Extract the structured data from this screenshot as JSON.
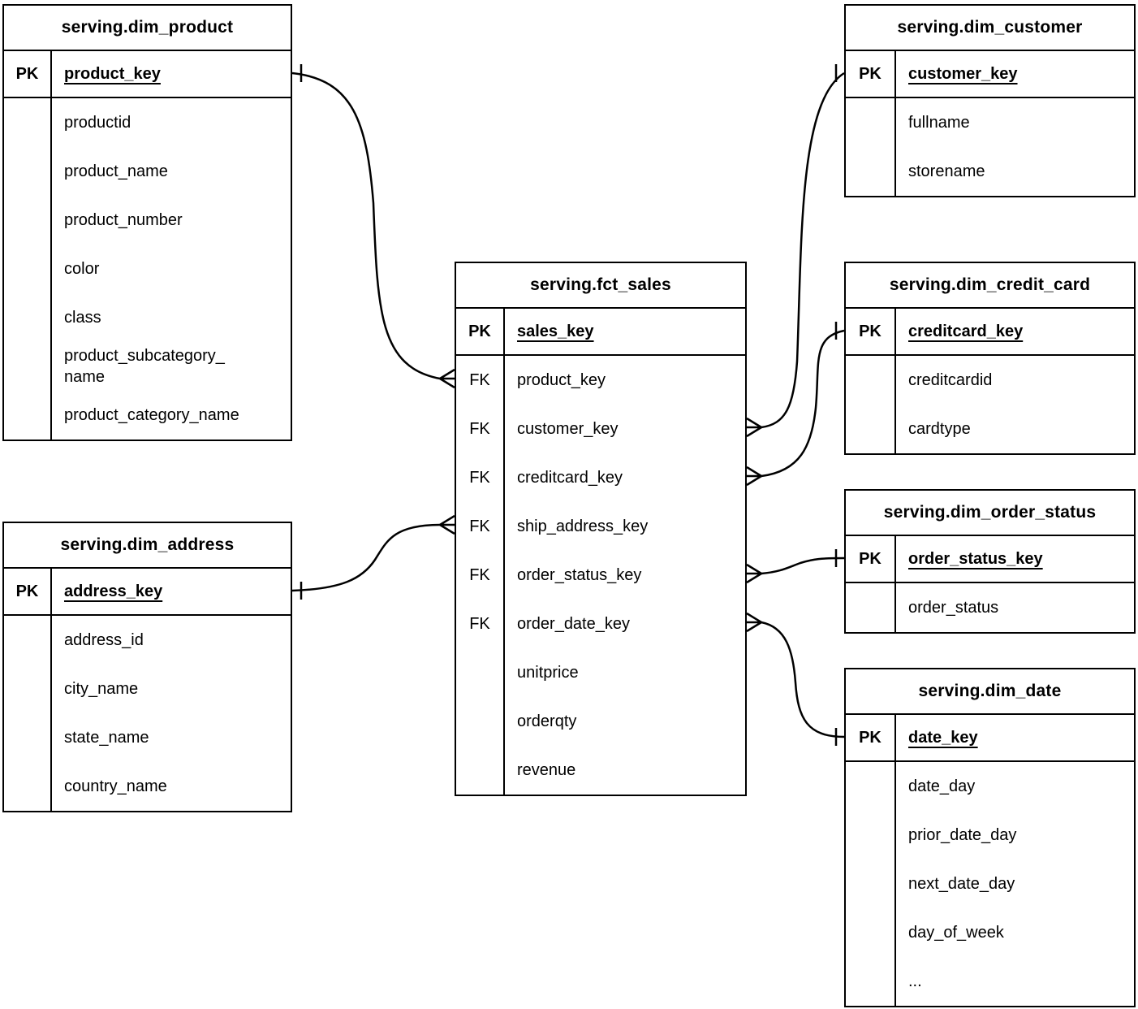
{
  "diagram": {
    "tables": [
      {
        "id": "fct-sales",
        "title": "serving.fct_sales",
        "rows": [
          {
            "tag": "PK",
            "name": "sales_key",
            "pk": true
          },
          {
            "tag": "FK",
            "name": "product_key"
          },
          {
            "tag": "FK",
            "name": "customer_key"
          },
          {
            "tag": "FK",
            "name": "creditcard_key"
          },
          {
            "tag": "FK",
            "name": "ship_address_key"
          },
          {
            "tag": "FK",
            "name": "order_status_key"
          },
          {
            "tag": "FK",
            "name": "order_date_key"
          },
          {
            "tag": "",
            "name": "unitprice"
          },
          {
            "tag": "",
            "name": "orderqty"
          },
          {
            "tag": "",
            "name": "revenue"
          }
        ]
      },
      {
        "id": "dim-product",
        "title": "serving.dim_product",
        "rows": [
          {
            "tag": "PK",
            "name": "product_key",
            "pk": true
          },
          {
            "tag": "",
            "name": "productid"
          },
          {
            "tag": "",
            "name": "product_name"
          },
          {
            "tag": "",
            "name": "product_number"
          },
          {
            "tag": "",
            "name": "color"
          },
          {
            "tag": "",
            "name": "class"
          },
          {
            "tag": "",
            "name": "product_subcategory_\nname"
          },
          {
            "tag": "",
            "name": "product_category_name"
          }
        ]
      },
      {
        "id": "dim-address",
        "title": "serving.dim_address",
        "rows": [
          {
            "tag": "PK",
            "name": "address_key",
            "pk": true
          },
          {
            "tag": "",
            "name": "address_id"
          },
          {
            "tag": "",
            "name": "city_name"
          },
          {
            "tag": "",
            "name": "state_name"
          },
          {
            "tag": "",
            "name": "country_name"
          }
        ]
      },
      {
        "id": "dim-customer",
        "title": "serving.dim_customer",
        "rows": [
          {
            "tag": "PK",
            "name": "customer_key",
            "pk": true
          },
          {
            "tag": "",
            "name": "fullname"
          },
          {
            "tag": "",
            "name": "storename"
          }
        ]
      },
      {
        "id": "dim-credit-card",
        "title": "serving.dim_credit_card",
        "rows": [
          {
            "tag": "PK",
            "name": "creditcard_key",
            "pk": true
          },
          {
            "tag": "",
            "name": "creditcardid"
          },
          {
            "tag": "",
            "name": "cardtype"
          }
        ]
      },
      {
        "id": "dim-order-status",
        "title": "serving.dim_order_status",
        "rows": [
          {
            "tag": "PK",
            "name": "order_status_key",
            "pk": true
          },
          {
            "tag": "",
            "name": "order_status"
          }
        ]
      },
      {
        "id": "dim-date",
        "title": "serving.dim_date",
        "rows": [
          {
            "tag": "PK",
            "name": "date_key",
            "pk": true
          },
          {
            "tag": "",
            "name": "date_day"
          },
          {
            "tag": "",
            "name": "prior_date_day"
          },
          {
            "tag": "",
            "name": "next_date_day"
          },
          {
            "tag": "",
            "name": "day_of_week"
          },
          {
            "tag": "",
            "name": "..."
          }
        ]
      }
    ],
    "connectors": [
      {
        "id": "product",
        "many_end": "serving.fct_sales.product_key",
        "one_end": "serving.dim_product.product_key"
      },
      {
        "id": "customer",
        "many_end": "serving.fct_sales.customer_key",
        "one_end": "serving.dim_customer.customer_key"
      },
      {
        "id": "creditcard",
        "many_end": "serving.fct_sales.creditcard_key",
        "one_end": "serving.dim_credit_card.creditcard_key"
      },
      {
        "id": "ship-address",
        "many_end": "serving.fct_sales.ship_address_key",
        "one_end": "serving.dim_address.address_key"
      },
      {
        "id": "order-status",
        "many_end": "serving.fct_sales.order_status_key",
        "one_end": "serving.dim_order_status.order_status_key"
      },
      {
        "id": "order-date",
        "many_end": "serving.fct_sales.order_date_key",
        "one_end": "serving.dim_date.date_key"
      }
    ],
    "notation": {
      "pk_label": "PK",
      "fk_label": "FK",
      "cardinality": "one (single tick at dimension) to many (crow's foot at fact table)",
      "line_color": "#000000",
      "background_color": "#ffffff"
    }
  }
}
